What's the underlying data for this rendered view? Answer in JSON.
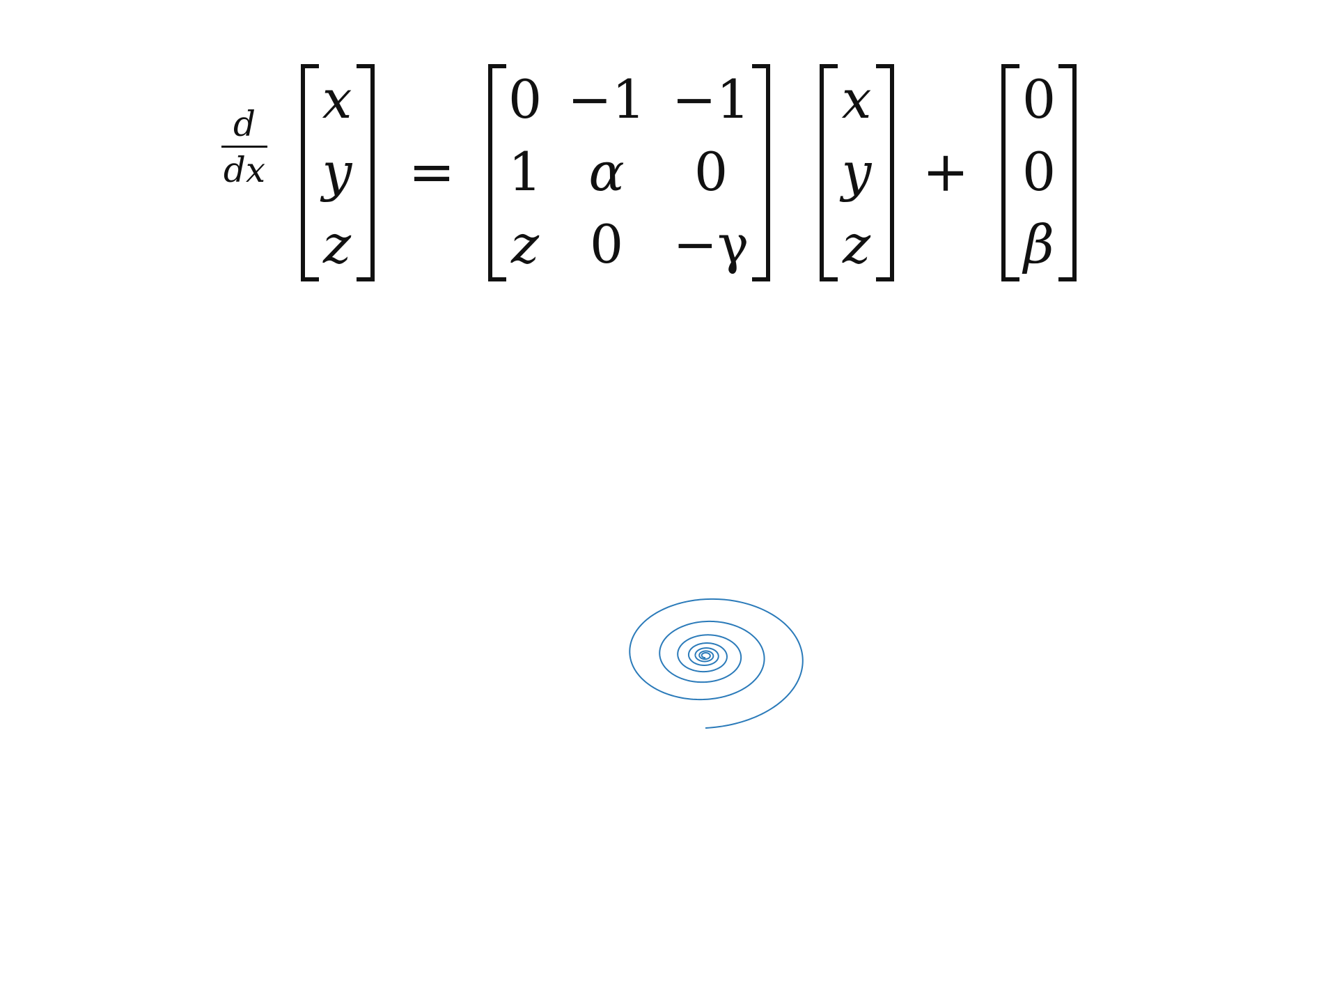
{
  "equation": {
    "derivative": {
      "numerator": "d",
      "denominator": "dx"
    },
    "state_vector": [
      "x",
      "y",
      "z"
    ],
    "equals": "=",
    "matrix": [
      [
        "0",
        "−1",
        "−1"
      ],
      [
        "1",
        "α",
        "0"
      ],
      [
        "z",
        "0",
        "−γ"
      ]
    ],
    "state_vector_2": [
      "x",
      "y",
      "z"
    ],
    "plus": "+",
    "constant_vector": [
      "0",
      "0",
      "β"
    ]
  },
  "plot": {
    "type": "spiral trajectory",
    "line_color": "#2a7ab9"
  }
}
